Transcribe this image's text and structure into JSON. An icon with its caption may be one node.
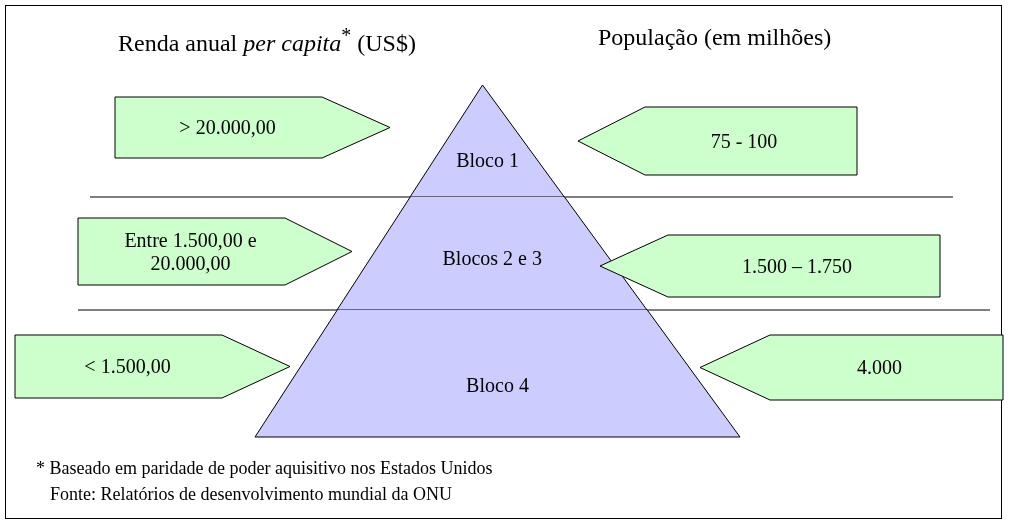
{
  "diagram": {
    "nodes": [
      {
        "text": [
          "> 20.000,00"
        ]
      },
      {
        "text": [
          "Bloco 1"
        ]
      },
      {
        "text": [
          "75 - 100"
        ]
      },
      {
        "text": [
          "Entre 1.500,00 e 20.000,00"
        ]
      },
      {
        "text": [
          "Blocos 2 e 3"
        ]
      },
      {
        "text": [
          "1.500 – 1.750"
        ]
      },
      {
        "text": [
          "< 1.500,00"
        ]
      },
      {
        "text": [
          "Bloco 4"
        ]
      },
      {
        "text": [
          "4.000"
        ]
      }
    ],
    "edges": [],
    "labels": [
      "Renda anual *per capita*$^{*}$ (US$)",
      "População (em milhões)",
      "* Baseado em paridade de poder aquisitivo nos Estados Unidos",
      "Fonte: Relatórios de desenvolvimento mundial da ONU"
    ]
  }
}
